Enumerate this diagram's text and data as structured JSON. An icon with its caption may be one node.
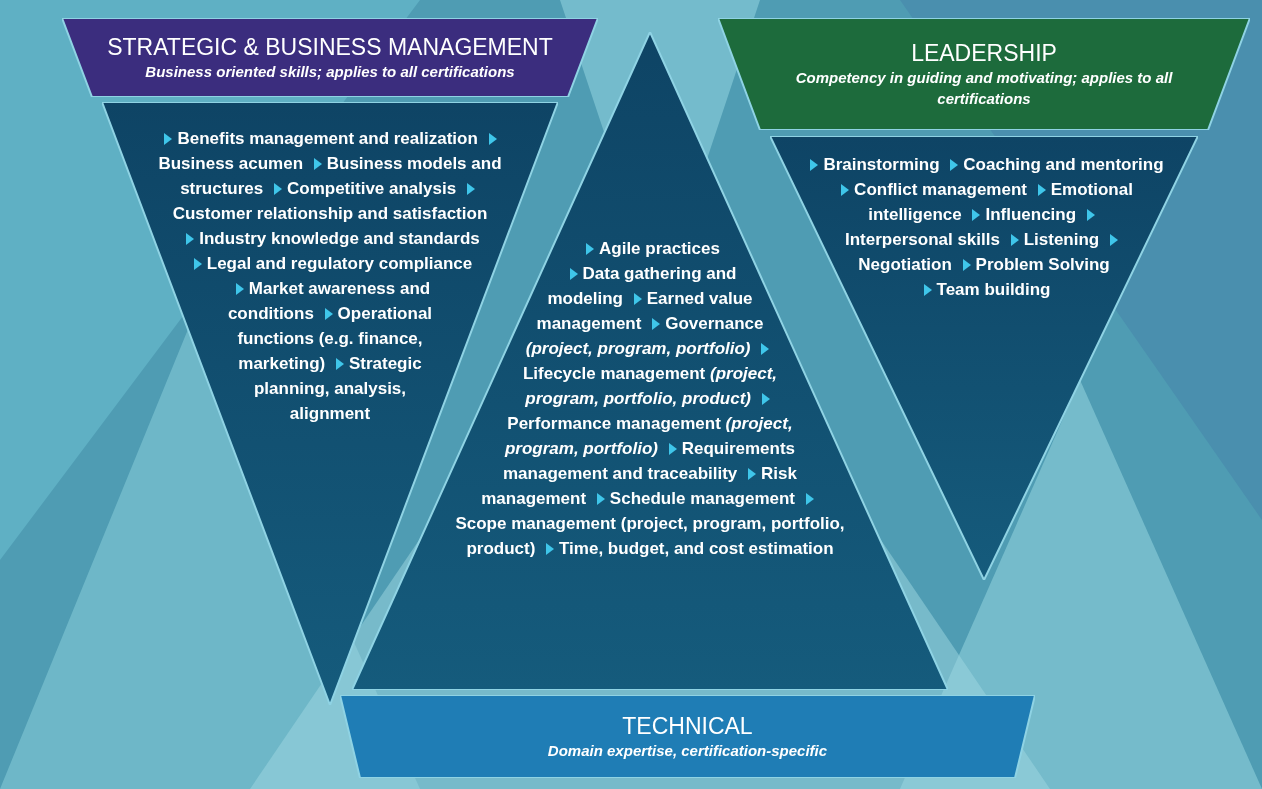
{
  "diagram": {
    "nodes": [
      {
        "text": [
          "STRATEGIC & BUSINESS MANAGEMENT",
          "Business oriented skills; applies to all certifications"
        ]
      },
      {
        "text": [
          "Benefits management and realization",
          "Business acumen",
          "Business models and structures",
          "Competitive analysis",
          "Customer relationship and satisfaction",
          "Industry knowledge and standards",
          "Legal and regulatory compliance",
          "Market awareness and conditions",
          "Operational functions (e.g. finance, marketing)",
          "Strategic planning, analysis, alignment"
        ]
      },
      {
        "text": [
          "LEADERSHIP",
          "Competency in guiding and motivating; applies to all certifications"
        ]
      },
      {
        "text": [
          "Brainstorming",
          "Coaching and mentoring",
          "Conflict management",
          "Emotional intelligence",
          "Influencing",
          "Interpersonal skills",
          "Listening",
          "Negotiation",
          "Problem Solving",
          "Team building"
        ]
      },
      {
        "text": [
          "Agile practices",
          "Data gathering and modeling",
          "Earned value management",
          "Governance *(project, program, portfolio)*",
          "Lifecycle management *(project, program, portfolio, product)*",
          "Performance management *(project, program, portfolio)*",
          "Requirements management and traceability",
          "Risk management",
          "Schedule management",
          "Scope management (project, program, portfolio, product)",
          "Time, budget, and cost estimation"
        ]
      },
      {
        "text": [
          "TECHNICAL",
          "Domain expertise, certification-specific"
        ]
      }
    ]
  }
}
